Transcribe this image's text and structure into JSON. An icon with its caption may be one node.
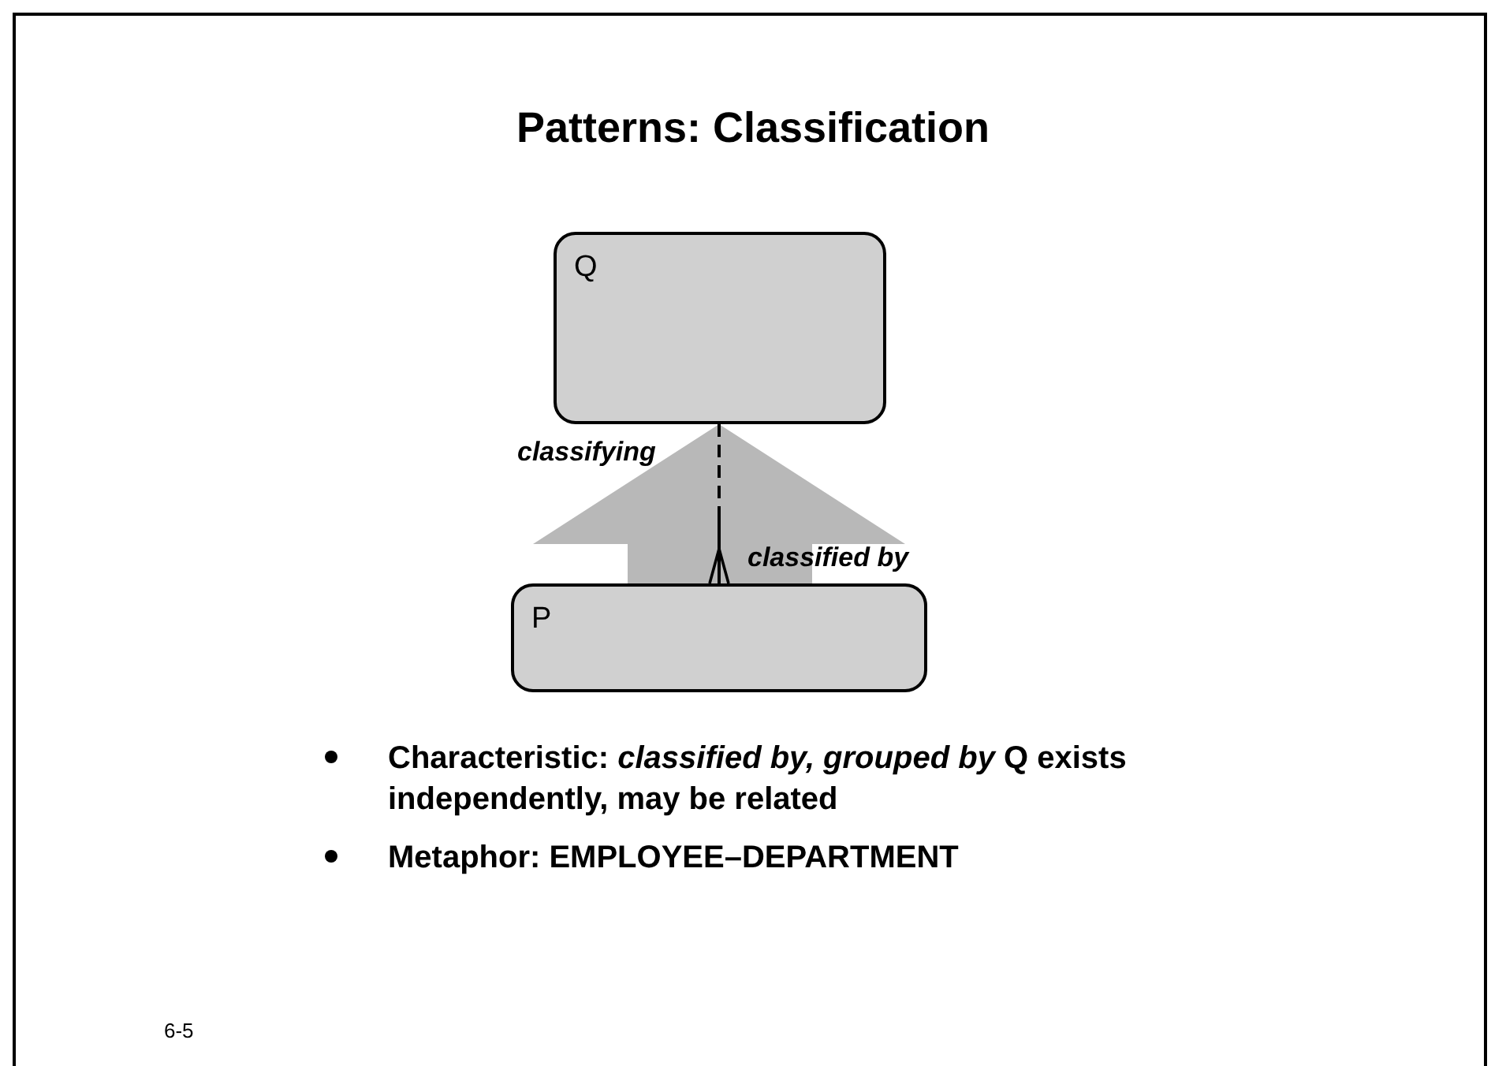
{
  "diagram": {
    "title": "Patterns: Classification",
    "nodes": [
      {
        "text": [
          "Q"
        ]
      },
      {
        "text": [
          "P"
        ]
      }
    ],
    "edges": [
      {
        "from": 0,
        "to": 1,
        "arrow": "other",
        "style": "dashed"
      },
      {
        "from": 1,
        "to": 0,
        "arrow": "to",
        "style": "thick",
        "color": "#b8b8b8"
      }
    ],
    "labels": [
      "classifying",
      "classified by",
      "Characteristic: *classified by, grouped by* Q exists independently, may be related",
      "Metaphor: EMPLOYEE–DEPARTMENT",
      "6-5"
    ]
  }
}
